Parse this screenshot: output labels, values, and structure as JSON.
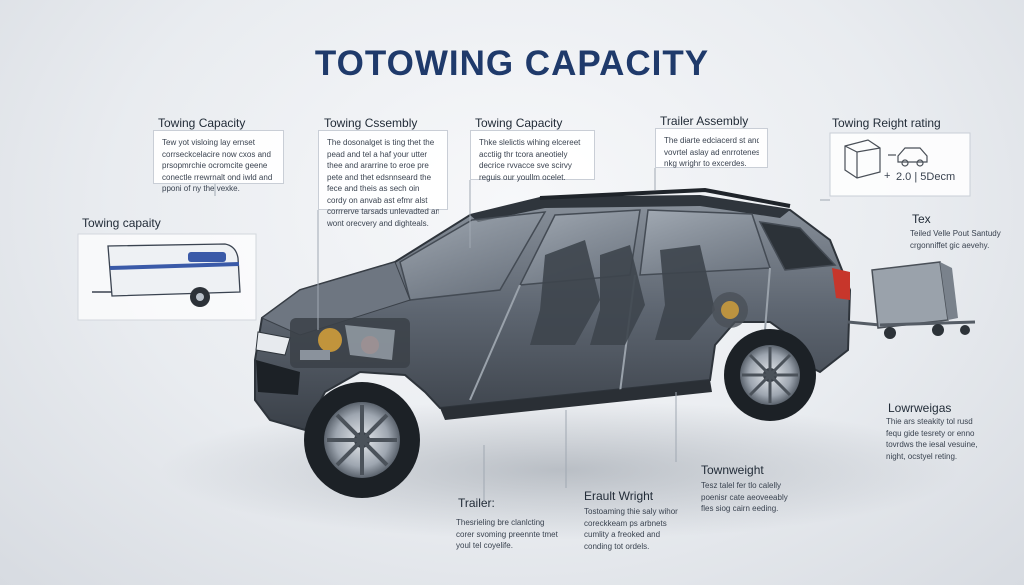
{
  "title": "TOTOWING CAPACITY",
  "callouts": {
    "towing_capacity_1": {
      "heading": "Towing Capacity",
      "lines": [
        "Tew yot visloing lay ernset",
        "corrseckcelacire now cxos and",
        "prsopmrchie  ocromcite geene",
        "conectle rrewrnalt ond iwld and",
        "pponi of ny the vexke."
      ]
    },
    "towing_assembly": {
      "heading": "Towing Cssembly",
      "lines": [
        "The dosonalget is ting thet the",
        "pead and tel a haf your utter",
        "thee and ararrine to eroe pre",
        "pete and thet edsnnseard the",
        "fece and theis as sech oin",
        "cordy on anvab ast efmr alst",
        "corrrerve tarsads unlevadted ani",
        "wont orecvery and dighteals."
      ]
    },
    "towing_capacity_2": {
      "heading": "Towing Capacity",
      "lines": [
        "Thke slelictis wihing elcereet",
        "acctiig thr tcora aneotiely",
        "decrice rvvacce sve scirvy",
        "reguis our youllm ocelet."
      ]
    },
    "trailer_assembly": {
      "heading": "Trailer Assembly",
      "lines": [
        "The diarte edciacerd st and",
        "vovrtel aslay ad enrrotenes",
        "nkg wrighr to excerdes."
      ]
    },
    "towing_right_rating": {
      "heading": "Towing Reight rating",
      "value": "2.0 | 5Decm",
      "plus": "+"
    },
    "towing_capacity_left": {
      "heading": "Towing capaity"
    },
    "tex": {
      "heading": "Tex",
      "lines": [
        "Teiled Velle Pout Santudy",
        "crgonniffet gic aevehy."
      ]
    },
    "lowrweigas": {
      "heading": "Lowrweigas",
      "lines": [
        "Thie ars steakity tol rusd",
        "fequ gide tesrety or enno",
        "tovrdws the iesal vesuine,",
        "night, ocstyel reting."
      ]
    },
    "townweight": {
      "heading": "Townweight",
      "lines": [
        "Tesz talel fer tlo calelly",
        "poenisr cate aeoveeably",
        "fles siog cairn eeding."
      ]
    },
    "erault_wright": {
      "heading": "Erault Wright",
      "lines": [
        "Tostoaming thie saly wihor",
        "coreckkeam ps arbnets",
        "cumlity a freoked and",
        "conding tot ordels."
      ]
    },
    "trailer": {
      "heading": "Trailer:",
      "lines": [
        "Thesrieling bre clanlcting",
        "corer svoming preennte tmet",
        "youl tel coyelife."
      ]
    }
  },
  "colors": {
    "title": "#1f3a6b",
    "trailer_stripe": "#3a5aa8",
    "vehicle_body": "#5d6570",
    "vehicle_dark": "#3a4048",
    "engine_accent": "#d8a23a"
  },
  "icons": [
    "camper-trailer-icon",
    "cargo-trailer-icon",
    "trailer-box-icon",
    "towed-car-icon",
    "suv-cutaway-icon"
  ]
}
